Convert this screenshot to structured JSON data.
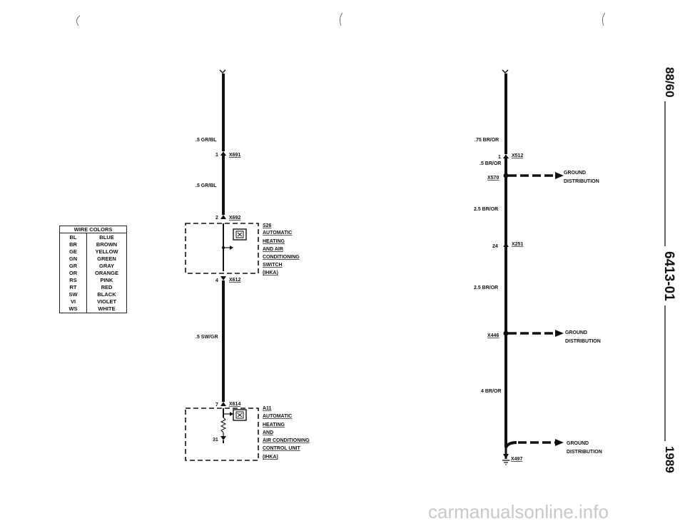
{
  "legend": {
    "title": "WIRE COLORS",
    "rows": [
      {
        "code": "BL",
        "name": "BLUE"
      },
      {
        "code": "BR",
        "name": "BROWN"
      },
      {
        "code": "GE",
        "name": "YELLOW"
      },
      {
        "code": "GN",
        "name": "GREEN"
      },
      {
        "code": "GR",
        "name": "GRAY"
      },
      {
        "code": "OR",
        "name": "ORANGE"
      },
      {
        "code": "RS",
        "name": "PINK"
      },
      {
        "code": "RT",
        "name": "RED"
      },
      {
        "code": "SW",
        "name": "BLACK"
      },
      {
        "code": "VI",
        "name": "VIOLET"
      },
      {
        "code": "WS",
        "name": "WHITE"
      }
    ]
  },
  "left_circuit": {
    "wire1": ".5 GR/BL",
    "pin1": "1",
    "conn1": "X691",
    "wire2": ".5 GR/BL",
    "pin2": "2",
    "conn2": "X692",
    "switch_id": "S26",
    "switch_lines": [
      "AUTOMATIC",
      "HEATING",
      "AND AIR",
      "CONDITIONING",
      "SWITCH",
      "(IHKA)"
    ],
    "pin3": "4",
    "conn3": "X612",
    "wire3": ".5 SW/GR",
    "pin4": "7",
    "conn4": "X614",
    "pin5": "31",
    "unit_id": "A11",
    "unit_lines": [
      "AUTOMATIC",
      "HEATING",
      "AND",
      "AIR CONDITIONING",
      "CONTROL UNIT",
      "(IHKA)"
    ]
  },
  "right_circuit": {
    "wire1": ".75 BR/OR",
    "pin1": "1",
    "conn1": "X512",
    "wire2": ".5 BR/OR",
    "splice1": "X570",
    "ground1": [
      "GROUND",
      "DISTRIBUTION"
    ],
    "wire3": "2.5 BR/OR",
    "pin2": "24",
    "conn2": "X251",
    "wire4": "2.5 BR/OR",
    "splice2": "X446",
    "ground2": [
      "GROUND",
      "DISTRIBUTION"
    ],
    "wire5": "4 BR/OR",
    "ground3": [
      "GROUND",
      "DISTRIBUTION"
    ],
    "conn3": "X497"
  },
  "side_text": {
    "date": "88/60",
    "page": "6413-01",
    "year": "1989"
  },
  "watermark": "carmanualsonline.info"
}
